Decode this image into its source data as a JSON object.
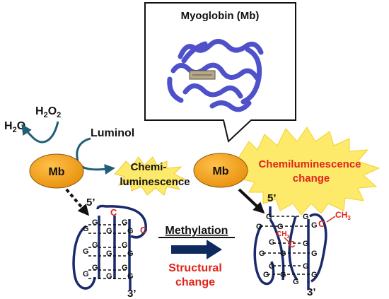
{
  "title": "Myoglobin (Mb)",
  "labels": {
    "mb_left": "Mb",
    "mb_right": "Mb",
    "h2o": "H",
    "h2o_sub": "2",
    "h2o_tail": "O",
    "h2o2": "H",
    "h2o2_sub1": "2",
    "h2o2_mid": "O",
    "h2o2_sub2": "2",
    "luminol": "Luminol",
    "chemi_line1": "Chemi-",
    "chemi_line2": "luminescence",
    "cl_change_line1": "Chemiluminescence",
    "cl_change_line2": "change",
    "methylation": "Methylation",
    "structural_line1": "Structural",
    "structural_line2": "change",
    "five_prime_left": "5’",
    "three_prime_left": "3’",
    "five_prime_right": "5’",
    "three_prime_right": "3’",
    "ch3_top": "CH",
    "ch3_top_sub": "3",
    "ch3_mid": "CH",
    "ch3_mid_sub": "3",
    "base_g": "G",
    "base_c": "C"
  },
  "colors": {
    "mb_fill": "#f0a020",
    "burst_fill": "#fde96a",
    "arrow_navy": "#0e2a5e",
    "arrow_teal": "#1f5f7a",
    "red_text": "#e0241b",
    "protein_blue": "#3b3fc4"
  }
}
